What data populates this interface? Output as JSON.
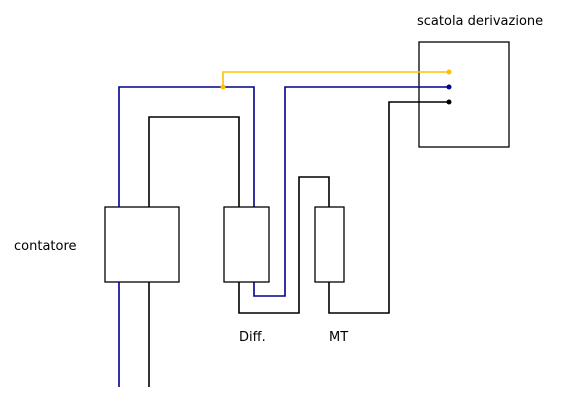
{
  "labels": {
    "junction_box": "scatola derivazione",
    "meter": "contatore",
    "differential": "Diff.",
    "breaker": "MT"
  },
  "colors": {
    "background": "#ffffff",
    "outline": "#000000",
    "neutral_wire": "#00008b",
    "earth_wire": "#ffc000",
    "phase_wire": "#000000"
  }
}
